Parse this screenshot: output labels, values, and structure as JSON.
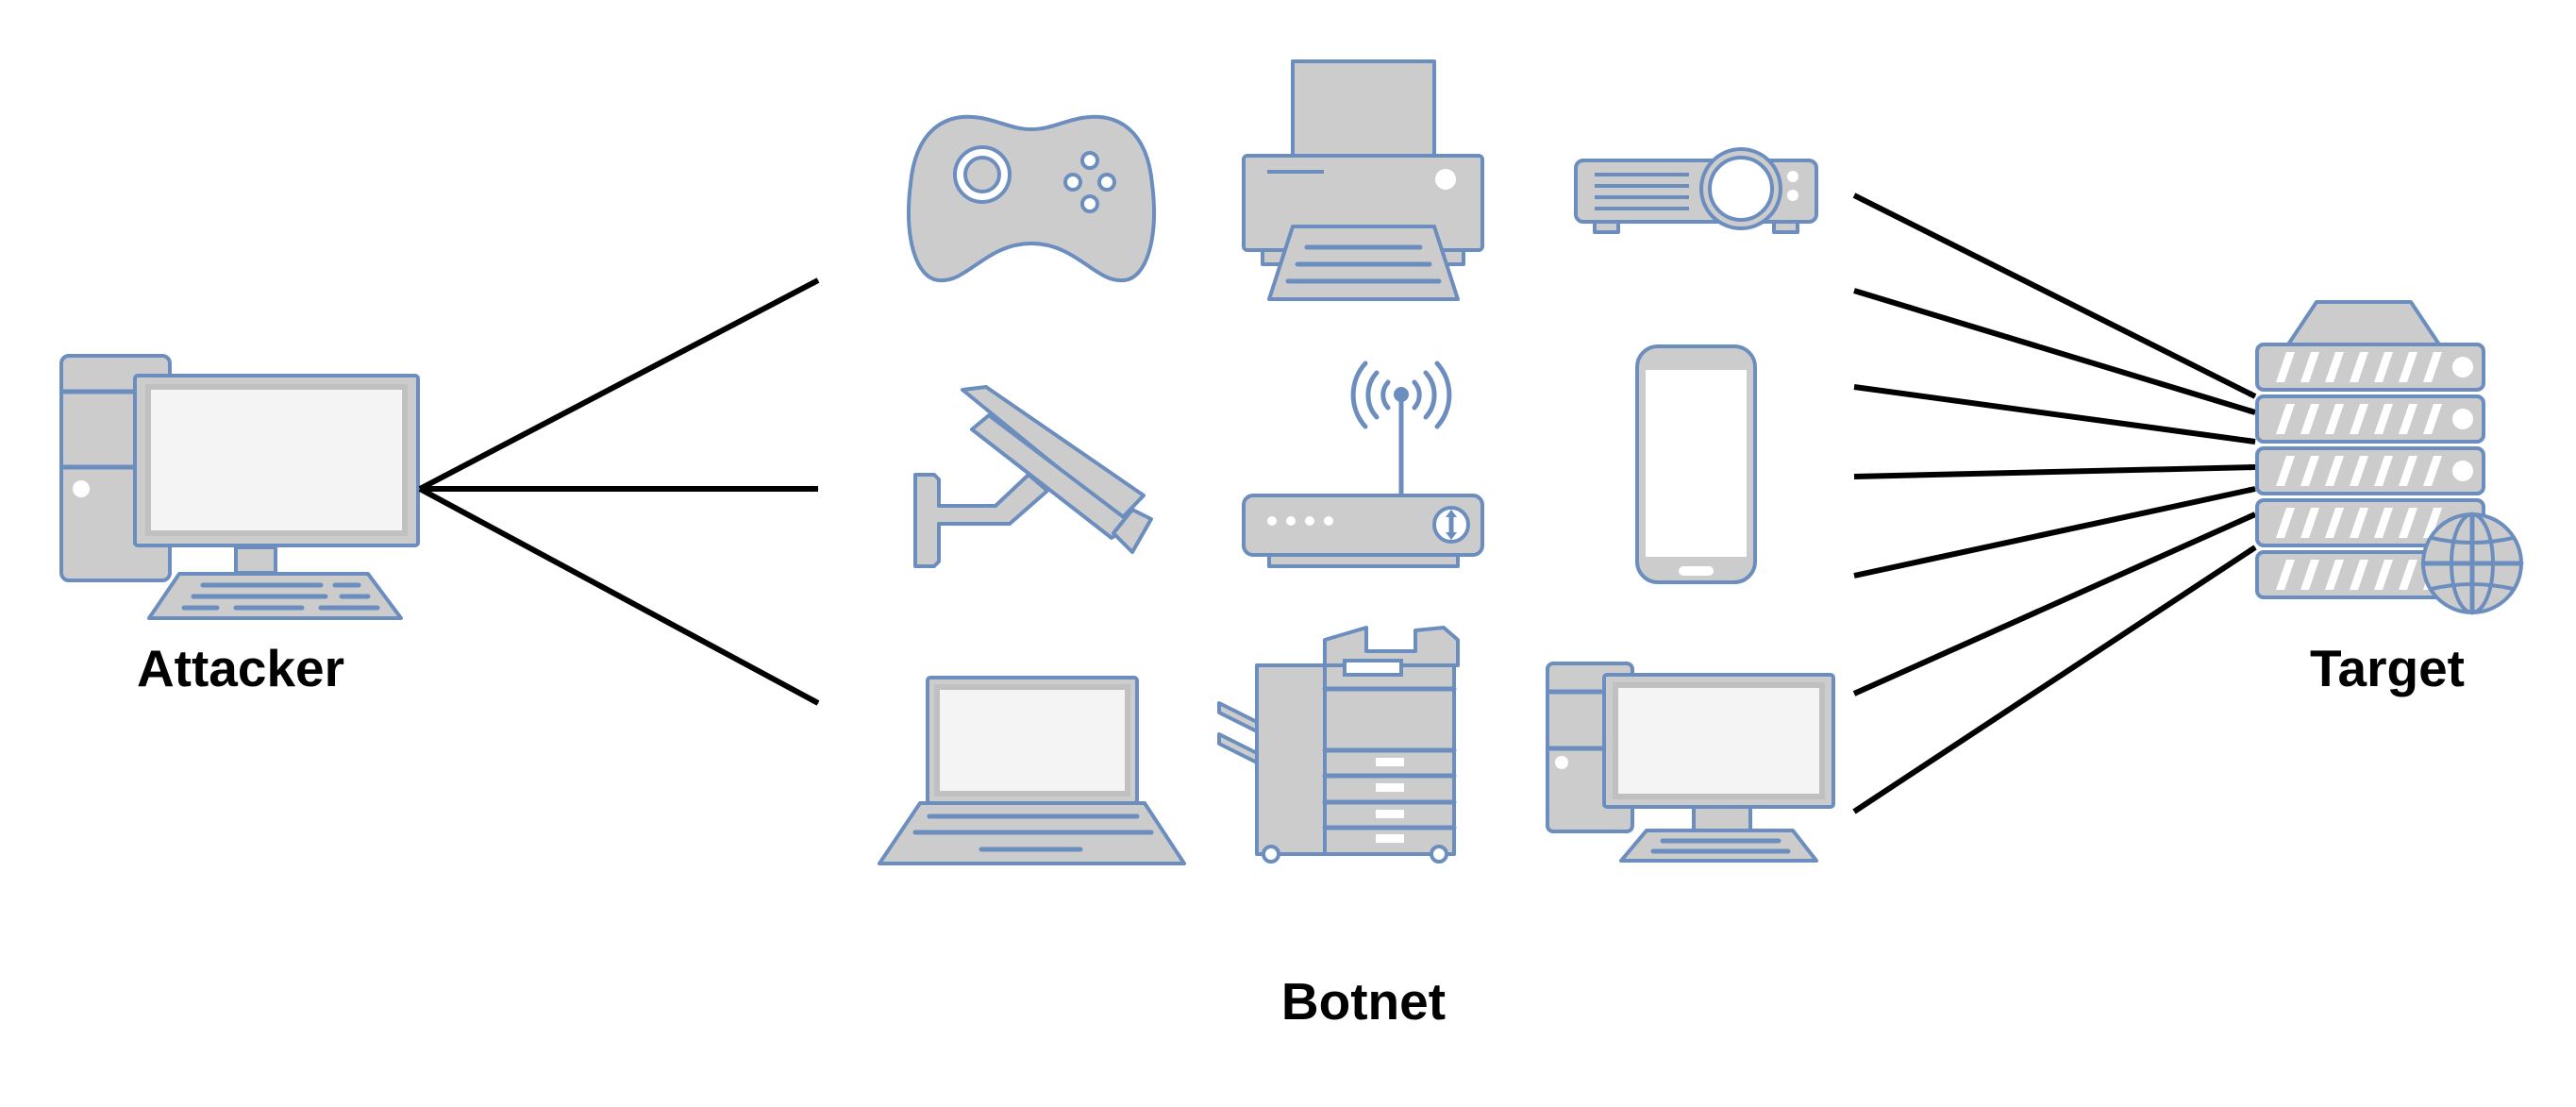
{
  "labels": {
    "attacker": "Attacker",
    "botnet": "Botnet",
    "target": "Target"
  },
  "nodes": {
    "attacker": {
      "icon": "desktop-computer-icon"
    },
    "botnet_devices": [
      "game-controller-icon",
      "printer-icon",
      "projector-icon",
      "security-camera-icon",
      "wireless-router-icon",
      "smartphone-icon",
      "laptop-icon",
      "multifunction-copier-icon",
      "desktop-computer-icon"
    ],
    "target": {
      "icon": "web-server-icon"
    }
  },
  "edges": {
    "attacker_to_botnet": 3,
    "botnet_to_target": 7
  },
  "colors": {
    "device_fill": "#cccccc",
    "device_stroke": "#6c8ebf",
    "arrow": "#000000",
    "label": "#000000"
  }
}
